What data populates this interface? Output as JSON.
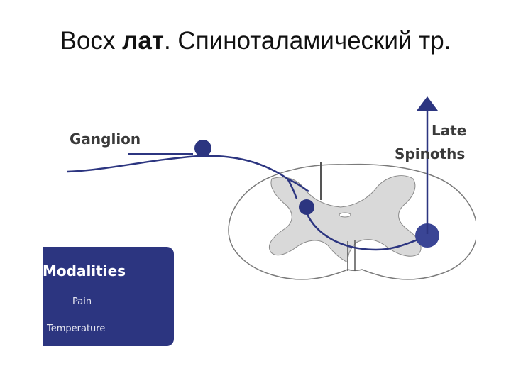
{
  "slide": {
    "title_prefix": "Восх ",
    "title_bold": "лат",
    "title_suffix": ". Спиноталамический тр."
  },
  "diagram": {
    "ganglion_label": "Ganglion",
    "tract_label_line1": "Late",
    "tract_label_line2": "Spinoths",
    "pathway_color": "#2c3580",
    "gray_matter_color": "#d9d9d9"
  },
  "modalities": {
    "title": "Modalities",
    "items": [
      "Pain",
      "Temperature"
    ],
    "background_color": "#2c3580"
  }
}
